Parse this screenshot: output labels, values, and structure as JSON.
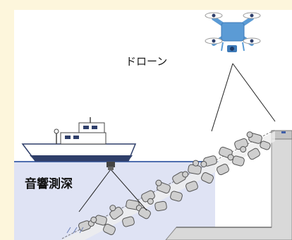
{
  "labels": {
    "drone": "ドローン",
    "sonar": "音響測深"
  },
  "colors": {
    "background_border": "#fdf6dc",
    "water": "#dfe3f4",
    "water_surface": "#4f6fb0",
    "seawall": "#d9d9d9",
    "drone_body": "#5b9bd5",
    "boat_hull": "#2f3f6a",
    "armor_blocks": "#c9c9c9"
  },
  "icons": {
    "drone": "quadcopter-drone-icon",
    "boat": "survey-boat-icon",
    "sonar": "echo-sounder-icon",
    "blocks": "tetrapod-armor-blocks"
  }
}
